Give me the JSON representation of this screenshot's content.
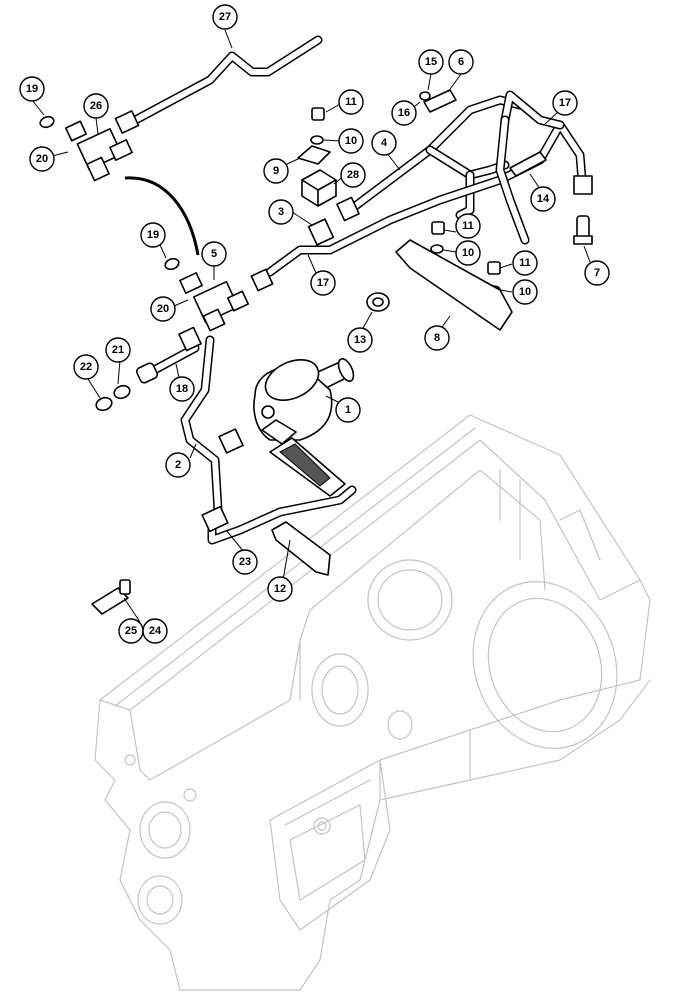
{
  "callouts": {
    "c1": "1",
    "c2": "2",
    "c3": "3",
    "c4": "4",
    "c5": "5",
    "c6": "6",
    "c7": "7",
    "c8": "8",
    "c9": "9",
    "c10a": "10",
    "c10b": "10",
    "c10c": "10",
    "c11a": "11",
    "c11b": "11",
    "c11c": "11",
    "c12": "12",
    "c13": "13",
    "c14": "14",
    "c15": "15",
    "c16": "16",
    "c17a": "17",
    "c17b": "17",
    "c18": "18",
    "c19a": "19",
    "c19b": "19",
    "c20a": "20",
    "c20b": "20",
    "c21": "21",
    "c22": "22",
    "c23": "23",
    "c24": "24",
    "c25": "25",
    "c26": "26",
    "c27": "27",
    "c28": "28"
  },
  "colors": {
    "line": "#000000",
    "ghost": "#c4c4c4",
    "background": "#ffffff"
  }
}
